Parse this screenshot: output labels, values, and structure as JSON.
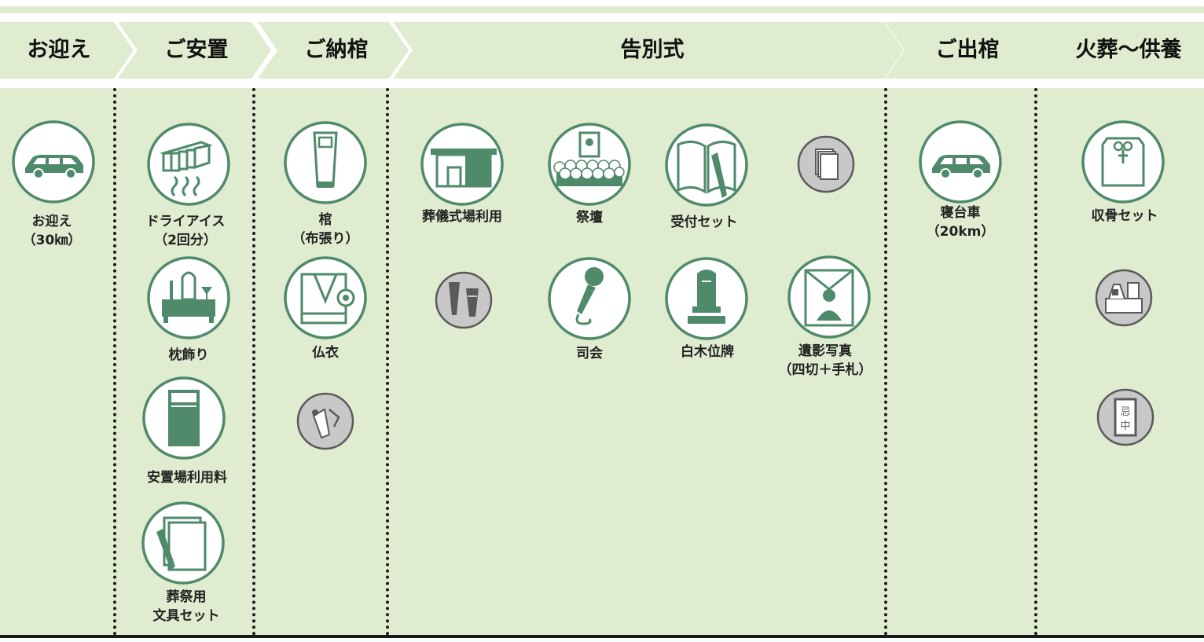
{
  "colors": {
    "band": "#e0eccf",
    "icon_green": "#4f8a6a",
    "icon_fill": "#ffffff",
    "icon_gray": "#b7b7b7",
    "icon_gray_dark": "#5a5a5a",
    "divider": "#1a1a1a"
  },
  "steps": [
    {
      "label": "お迎え"
    },
    {
      "label": "ご安置"
    },
    {
      "label": "ご納棺"
    },
    {
      "label": "告別式"
    },
    {
      "label": "ご出棺"
    },
    {
      "label": "火葬～供養"
    }
  ],
  "items": {
    "mukae_car": {
      "icon": "van-icon",
      "lines": [
        "お迎え",
        "（30㎞）"
      ]
    },
    "dry_ice": {
      "icon": "dry-ice-icon",
      "lines": [
        "ドライアイス",
        "（2回分）"
      ]
    },
    "makura": {
      "icon": "pillow-altar-icon",
      "lines": [
        "枕飾り"
      ]
    },
    "anchi_room": {
      "icon": "bed-icon",
      "lines": [
        "安置場利用料"
      ]
    },
    "stationery": {
      "icon": "stationery-icon",
      "lines": [
        "葬祭用",
        "文具セット"
      ]
    },
    "coffin": {
      "icon": "coffin-icon",
      "lines": [
        "棺",
        "（布張り）"
      ]
    },
    "butsui": {
      "icon": "kimono-icon",
      "lines": [
        "仏衣"
      ]
    },
    "nokan_opt": {
      "icon": "makeup-icon",
      "lines": []
    },
    "hall": {
      "icon": "hall-icon",
      "lines": [
        "葬儀式場利用"
      ]
    },
    "saidan": {
      "icon": "altar-icon",
      "lines": [
        "祭壇"
      ]
    },
    "uketsuke": {
      "icon": "reception-book-icon",
      "lines": [
        "受付セット"
      ]
    },
    "papers_opt": {
      "icon": "papers-icon",
      "lines": []
    },
    "cups_opt": {
      "icon": "cups-icon",
      "lines": []
    },
    "shikai": {
      "icon": "microphone-icon",
      "lines": [
        "司会"
      ]
    },
    "ihai": {
      "icon": "ihai-tablet-icon",
      "lines": [
        "白木位牌"
      ]
    },
    "iei": {
      "icon": "portrait-icon",
      "lines": [
        "遺影写真",
        "（四切＋手札）"
      ]
    },
    "shindaisha": {
      "icon": "van-icon",
      "lines": [
        "寝台車",
        "（20km）"
      ]
    },
    "shukotsu": {
      "icon": "urn-cover-icon",
      "lines": [
        "収骨セット"
      ]
    },
    "kuyo_opt": {
      "icon": "memorial-altar-icon",
      "lines": []
    },
    "kichu_opt": {
      "icon": "kichu-sign-icon",
      "lines": []
    }
  },
  "kichu_text": "忌中"
}
